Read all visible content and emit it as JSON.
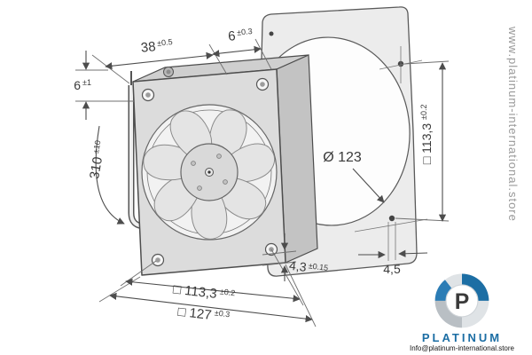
{
  "dimensions": {
    "fan_depth": {
      "value": "38",
      "tolerance": "±0.5"
    },
    "inlet_depth": {
      "value": "6",
      "tolerance": "±0.3"
    },
    "lead_exit": {
      "value": "6",
      "tolerance": "±1"
    },
    "lead_length": {
      "value": "310",
      "tolerance": "±10"
    },
    "hole_spacing_bottom": {
      "value": "□ 113,3",
      "tolerance": "±0.2"
    },
    "frame_size": {
      "value": "□ 127",
      "tolerance": "±0.3"
    },
    "cutout_diameter": {
      "value": "Ø 123"
    },
    "hole_spacing_side": {
      "value": "□ 113,3",
      "tolerance": "±0.2"
    },
    "mounting_hole_width": {
      "value": "4,5"
    },
    "plate_offset": {
      "value": "4,3",
      "tolerance": "±0.15"
    }
  },
  "watermark": {
    "side_text": "www.platinum-international.store"
  },
  "logo": {
    "monogram": "P",
    "brand": "PLATINUM",
    "email": "Info@platinum-international.store"
  },
  "colors": {
    "line": "#4d4d4d",
    "plate_fill": "#ececec",
    "fan_face_fill": "#dcdcdc",
    "brand_blue": "#1c6ea4",
    "watermark_gray": "#999999"
  }
}
